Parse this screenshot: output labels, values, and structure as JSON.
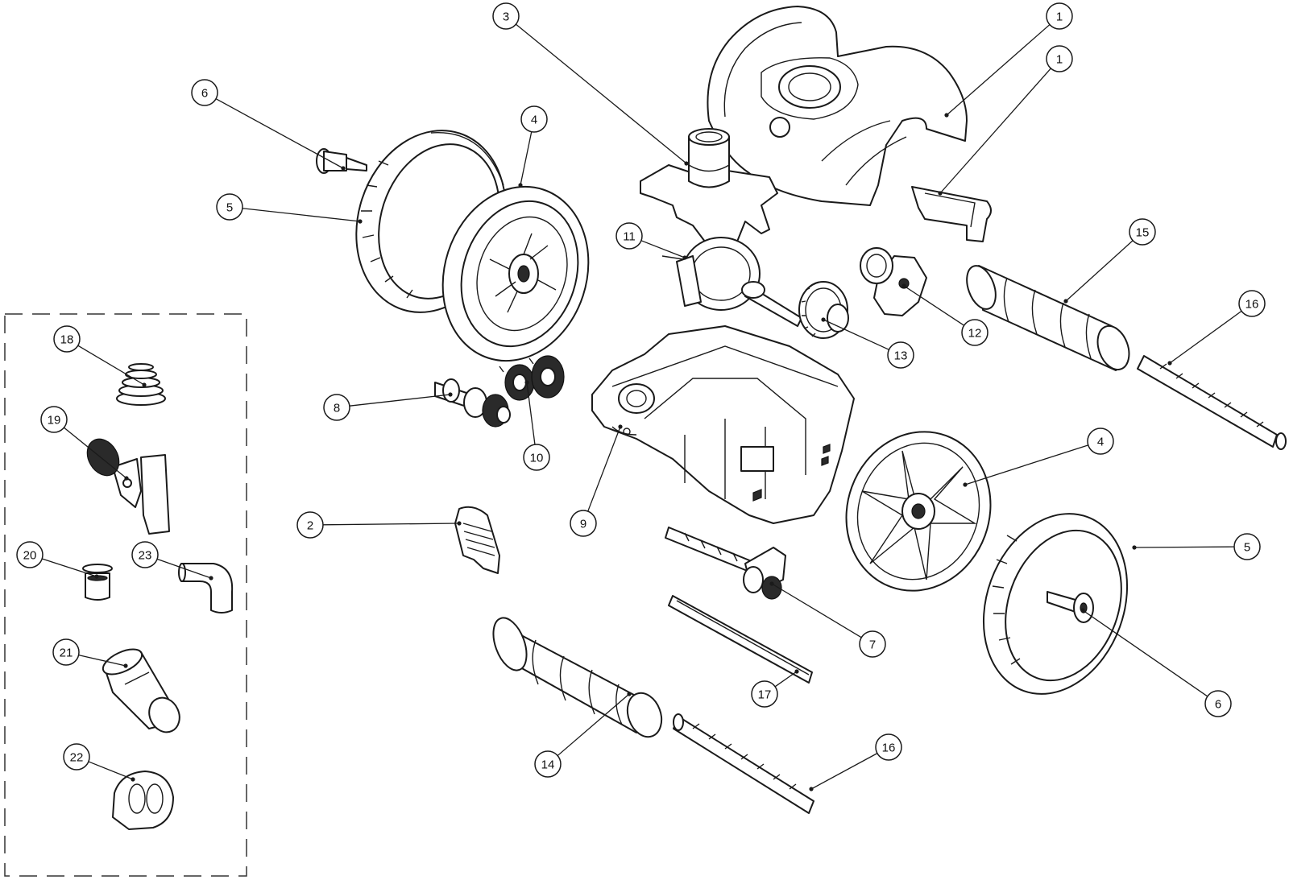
{
  "callouts": [
    {
      "id": "c1a",
      "label": "1",
      "part": "top-cover"
    },
    {
      "id": "c1b",
      "label": "1",
      "part": "cover-clip"
    },
    {
      "id": "c2",
      "label": "2",
      "part": "front-flap"
    },
    {
      "id": "c3",
      "label": "3",
      "part": "swivel-intake"
    },
    {
      "id": "c4a",
      "label": "4",
      "part": "wheel-rim-left"
    },
    {
      "id": "c4b",
      "label": "4",
      "part": "wheel-rim-right"
    },
    {
      "id": "c5a",
      "label": "5",
      "part": "tire-left"
    },
    {
      "id": "c5b",
      "label": "5",
      "part": "tire-right"
    },
    {
      "id": "c6a",
      "label": "6",
      "part": "axle-pin-left"
    },
    {
      "id": "c6b",
      "label": "6",
      "part": "axle-pin-right"
    },
    {
      "id": "c7",
      "label": "7",
      "part": "drive-shaft"
    },
    {
      "id": "c8",
      "label": "8",
      "part": "pinion-gear"
    },
    {
      "id": "c9",
      "label": "9",
      "part": "chassis"
    },
    {
      "id": "c10",
      "label": "10",
      "part": "double-gear"
    },
    {
      "id": "c11",
      "label": "11",
      "part": "turbine"
    },
    {
      "id": "c12",
      "label": "12",
      "part": "gear-plate"
    },
    {
      "id": "c13",
      "label": "13",
      "part": "spur-gear"
    },
    {
      "id": "c14",
      "label": "14",
      "part": "roller-front"
    },
    {
      "id": "c15",
      "label": "15",
      "part": "roller-rear"
    },
    {
      "id": "c16a",
      "label": "16",
      "part": "roller-axle-rear"
    },
    {
      "id": "c16b",
      "label": "16",
      "part": "roller-axle-front"
    },
    {
      "id": "c17",
      "label": "17",
      "part": "skirt-strip"
    },
    {
      "id": "c18",
      "label": "18",
      "part": "cone-adapter"
    },
    {
      "id": "c19",
      "label": "19",
      "part": "flow-valve"
    },
    {
      "id": "c20",
      "label": "20",
      "part": "hose-connector"
    },
    {
      "id": "c21",
      "label": "21",
      "part": "hose-coupling"
    },
    {
      "id": "c22",
      "label": "22",
      "part": "hose-weight"
    },
    {
      "id": "c23",
      "label": "23",
      "part": "elbow"
    }
  ],
  "colors": {
    "line": "#1a1a1a",
    "background": "#ffffff"
  }
}
